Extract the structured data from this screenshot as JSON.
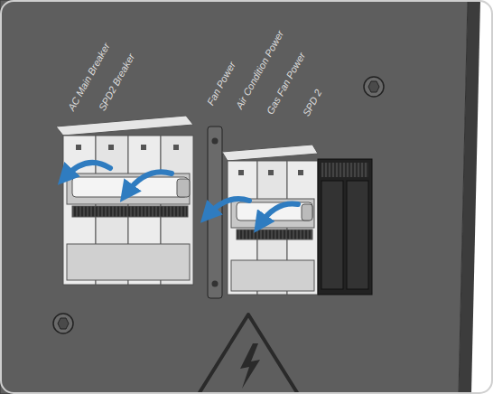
{
  "diagram": {
    "labels": [
      "AC Main Breaker",
      "SPD2 Breaker",
      "Fan Power",
      "Air Condition Power",
      "Gas Fan Power",
      "SPD 2"
    ]
  }
}
